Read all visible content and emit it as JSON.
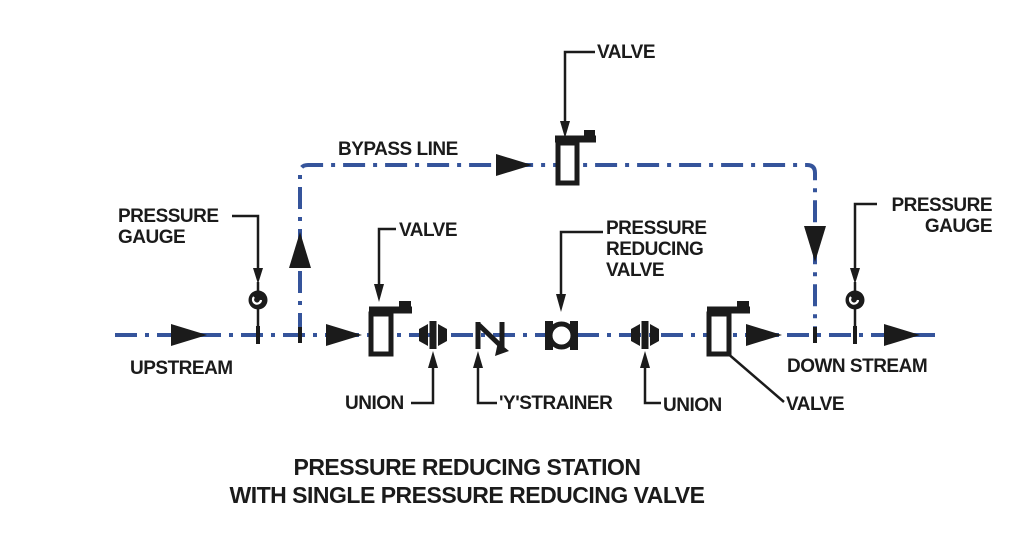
{
  "diagram": {
    "title_line1": "PRESSURE REDUCING STATION",
    "title_line2": "WITH SINGLE PRESSURE REDUCING VALVE",
    "labels": {
      "bypass_valve": "VALVE",
      "bypass_line": "BYPASS LINE",
      "pressure_gauge_left_line1": "PRESSURE",
      "pressure_gauge_left_line2": "GAUGE",
      "main_valve": "VALVE",
      "prv_line1": "PRESSURE",
      "prv_line2": "REDUCING",
      "prv_line3": "VALVE",
      "pressure_gauge_right_line1": "PRESSURE",
      "pressure_gauge_right_line2": "GAUGE",
      "upstream": "UPSTREAM",
      "downstream": "DOWN STREAM",
      "union_left": "UNION",
      "strainer": "'Y'STRAINER",
      "union_right": "UNION",
      "valve_right": "VALVE"
    },
    "colors": {
      "pipe_blue": "#35549b",
      "ink_black": "#1b1b1b"
    }
  }
}
